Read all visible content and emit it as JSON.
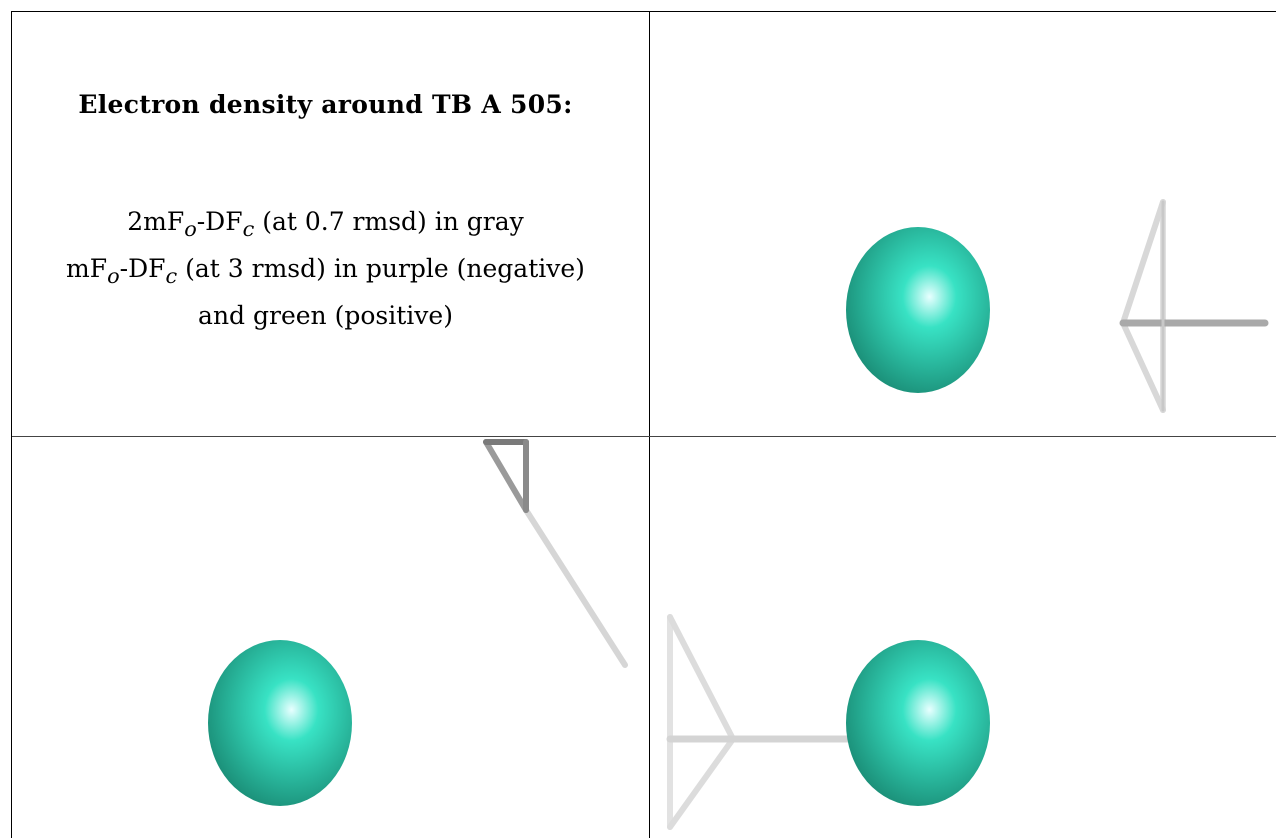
{
  "header": {
    "title": "Electron density around TB A 505:"
  },
  "legend": {
    "line1": {
      "pre": "2mF",
      "sub1": "o",
      "mid": "-DF",
      "sub2": "c",
      "post": " (at 0.7 rmsd) in gray"
    },
    "line2": {
      "pre": "mF",
      "sub1": "o",
      "mid": "-DF",
      "sub2": "c",
      "post": " (at 3 rmsd) in purple (negative)"
    },
    "line3": "and green (positive)"
  },
  "colors": {
    "sphere_light": "#e8ffff",
    "sphere_mid": "#38e2c4",
    "sphere_dark": "#1b8f78",
    "stick_light": "#dcdcdc",
    "stick_dark": "#8c8c8c"
  }
}
